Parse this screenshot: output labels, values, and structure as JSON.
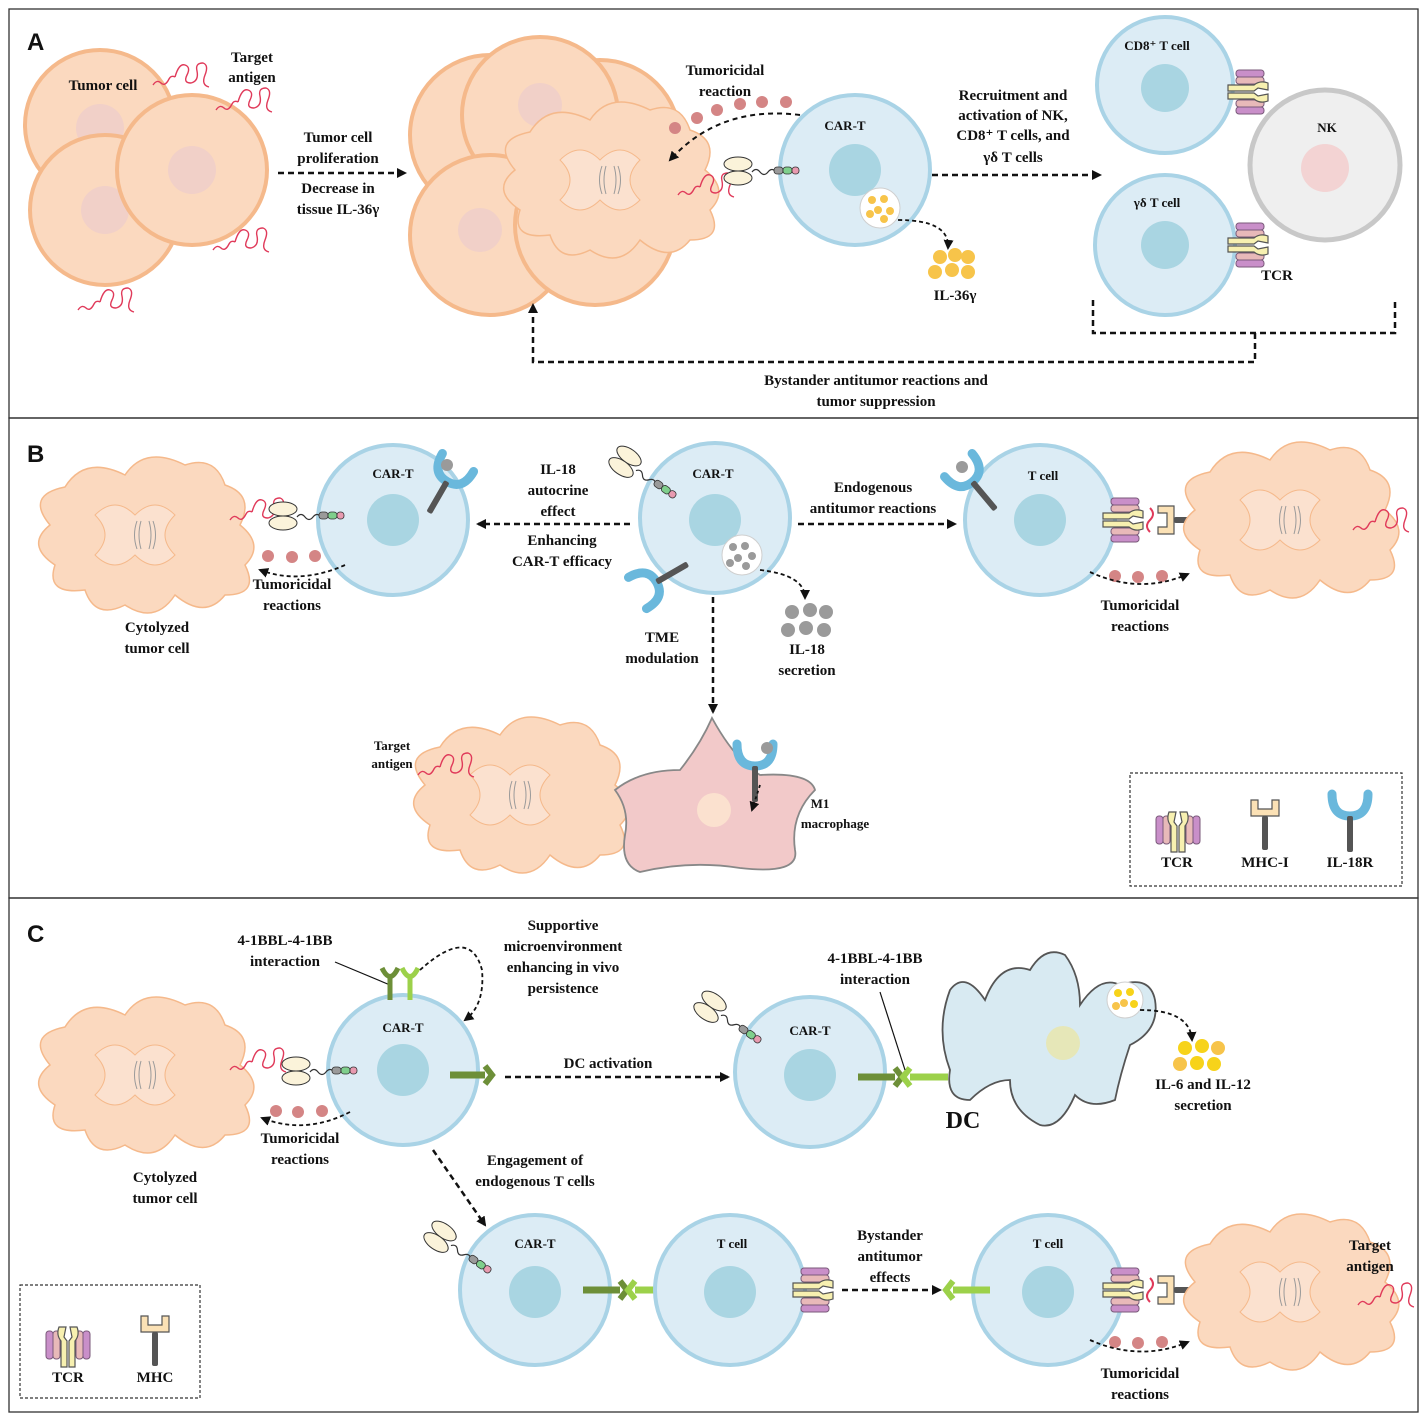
{
  "panels": {
    "a": {
      "letter": "A",
      "tumor_cell": "Tumor cell",
      "target_antigen": [
        "Target",
        "antigen"
      ],
      "proliferation": [
        "Tumor cell",
        "proliferation",
        "Decrease in",
        "tissue IL-36γ"
      ],
      "tumoricidal": [
        "Tumoricidal",
        "reaction"
      ],
      "car_t": "CAR-T",
      "il36": "IL-36γ",
      "recruitment": [
        "Recruitment and",
        "activation of NK,",
        "CD8⁺ T cells, and",
        "γδ T cells"
      ],
      "cd8": "CD8⁺ T cell",
      "nk": "NK",
      "gd": "γδ T cell",
      "tcr": "TCR",
      "bystander": [
        "Bystander antitumor reactions and",
        "tumor suppression"
      ]
    },
    "b": {
      "letter": "B",
      "car_t_left": "CAR-T",
      "car_t_center": "CAR-T",
      "t_cell": "T cell",
      "autocrine": [
        "IL-18",
        "autocrine",
        "effect"
      ],
      "enhancing": [
        "Enhancing",
        "CAR-T efficacy"
      ],
      "endogenous": [
        "Endogenous",
        "antitumor reactions"
      ],
      "tumoricidal_left": [
        "Tumoricidal",
        "reactions"
      ],
      "tumoricidal_right": [
        "Tumoricidal",
        "reactions"
      ],
      "cytolyzed": [
        "Cytolyzed",
        "tumor cell"
      ],
      "tme": [
        "TME",
        "modulation"
      ],
      "il18_secretion": [
        "IL-18",
        "secretion"
      ],
      "target_antigen": [
        "Target",
        "antigen"
      ],
      "macrophage": [
        "M1",
        "macrophage"
      ],
      "legend": [
        "TCR",
        "MHC-I",
        "IL-18R"
      ]
    },
    "c": {
      "letter": "C",
      "interaction_left": [
        "4-1BBL-4-1BB",
        "interaction"
      ],
      "supportive": [
        "Supportive",
        "microenvironment",
        "enhancing in vivo",
        "persistence"
      ],
      "car_t_left": "CAR-T",
      "car_t_right": "CAR-T",
      "car_t_bottom": "CAR-T",
      "dc_activation": "DC activation",
      "interaction_right": [
        "4-1BBL-4-1BB",
        "interaction"
      ],
      "dc": "DC",
      "il6_il12": [
        "IL-6 and IL-12",
        "secretion"
      ],
      "tumoricidal_left": [
        "Tumoricidal",
        "reactions"
      ],
      "cytolyzed": [
        "Cytolyzed",
        "tumor cell"
      ],
      "engagement": [
        "Engagement of",
        "endogenous T cells"
      ],
      "t_cell_1": "T cell",
      "t_cell_2": "T cell",
      "bystander": [
        "Bystander",
        "antitumor",
        "effects"
      ],
      "target_antigen": [
        "Target",
        "antigen"
      ],
      "tumoricidal_right": [
        "Tumoricidal",
        "reactions"
      ],
      "legend": [
        "TCR",
        "MHC"
      ]
    }
  },
  "colors": {
    "tumor_fill": "#fbd9bf",
    "tumor_stroke": "#f5b98b",
    "tcell_fill": "#dcecf5",
    "tcell_stroke": "#a9d3e6",
    "nucleus": "#a9d5e2",
    "granule_pink": "#d48585",
    "il36": "#f7c44a",
    "il18": "#9a9a9a",
    "il6": "#f7d31a",
    "receptor_blue": "#6ab8dc",
    "bb_dark": "#6d8f38",
    "bb_light": "#9cd14a",
    "antigen": "#e03a5a",
    "macrophage": "#f2c9c9",
    "dc_fill": "#d8eaf2",
    "nk_fill": "#efefef",
    "nk_stroke": "#c8c8c8"
  }
}
